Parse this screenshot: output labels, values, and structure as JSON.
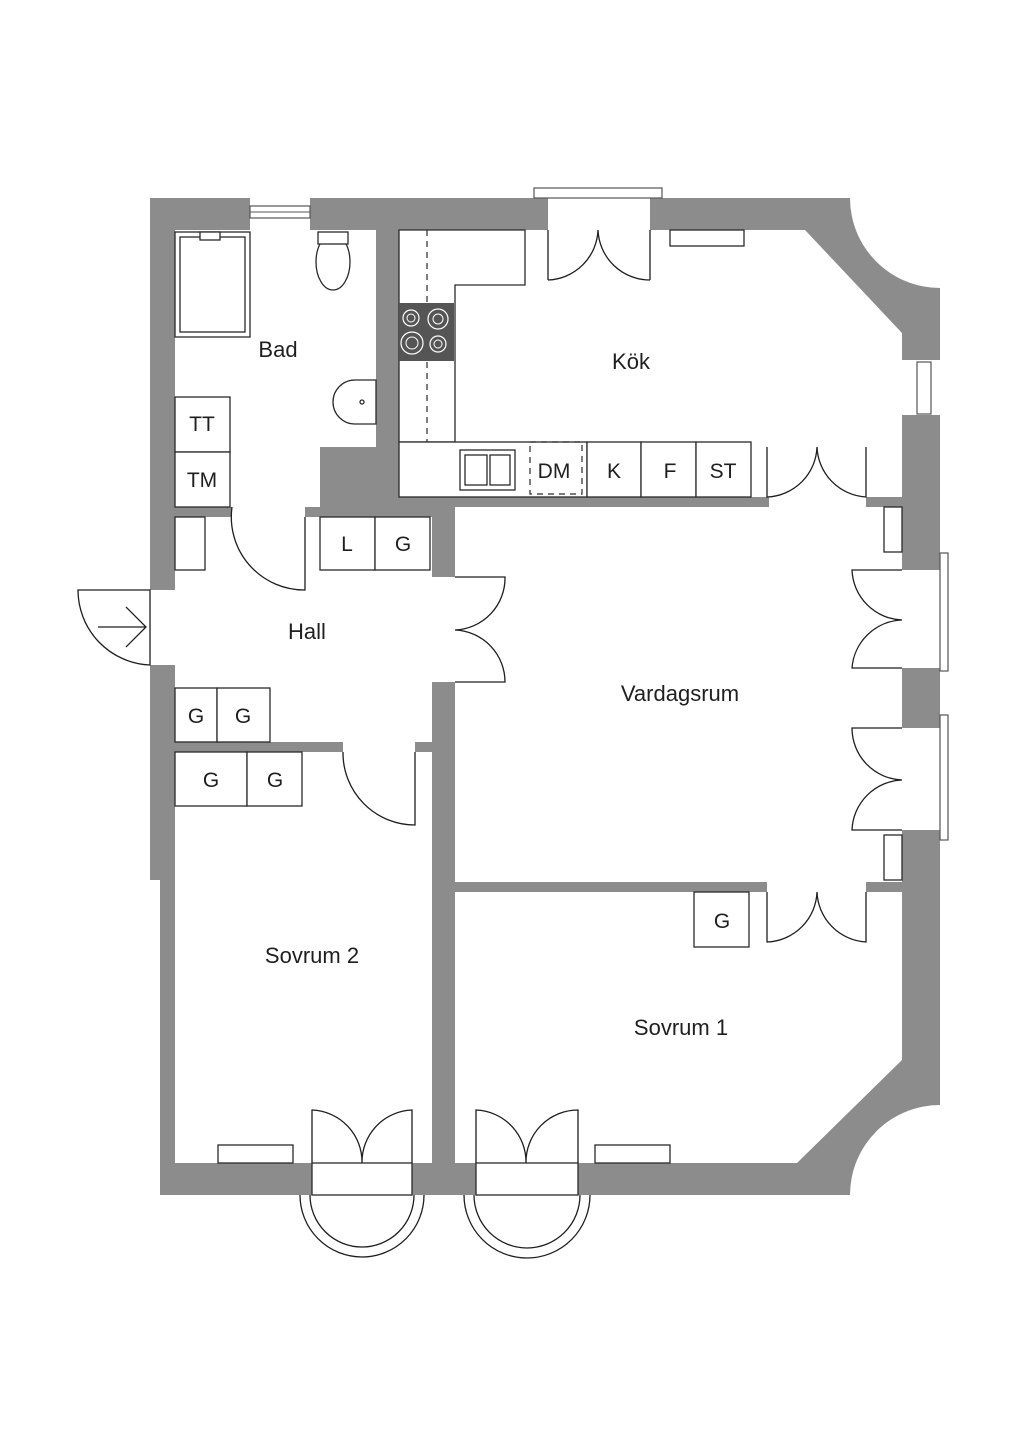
{
  "rooms": {
    "bad": "Bad",
    "kok": "Kök",
    "hall": "Hall",
    "vardagsrum": "Vardagsrum",
    "sovrum1": "Sovrum 1",
    "sovrum2": "Sovrum 2"
  },
  "appliances": {
    "tt": "TT",
    "tm": "TM",
    "dm": "DM",
    "k": "K",
    "f": "F",
    "st": "ST",
    "hall_l": "L",
    "hall_g": "G",
    "hall_g2": "G",
    "hall_g3": "G",
    "sovrum2_g1": "G",
    "sovrum2_g2": "G",
    "sovrum1_g": "G"
  },
  "colors": {
    "wall": "#8c8c8c",
    "stove": "#555555"
  }
}
